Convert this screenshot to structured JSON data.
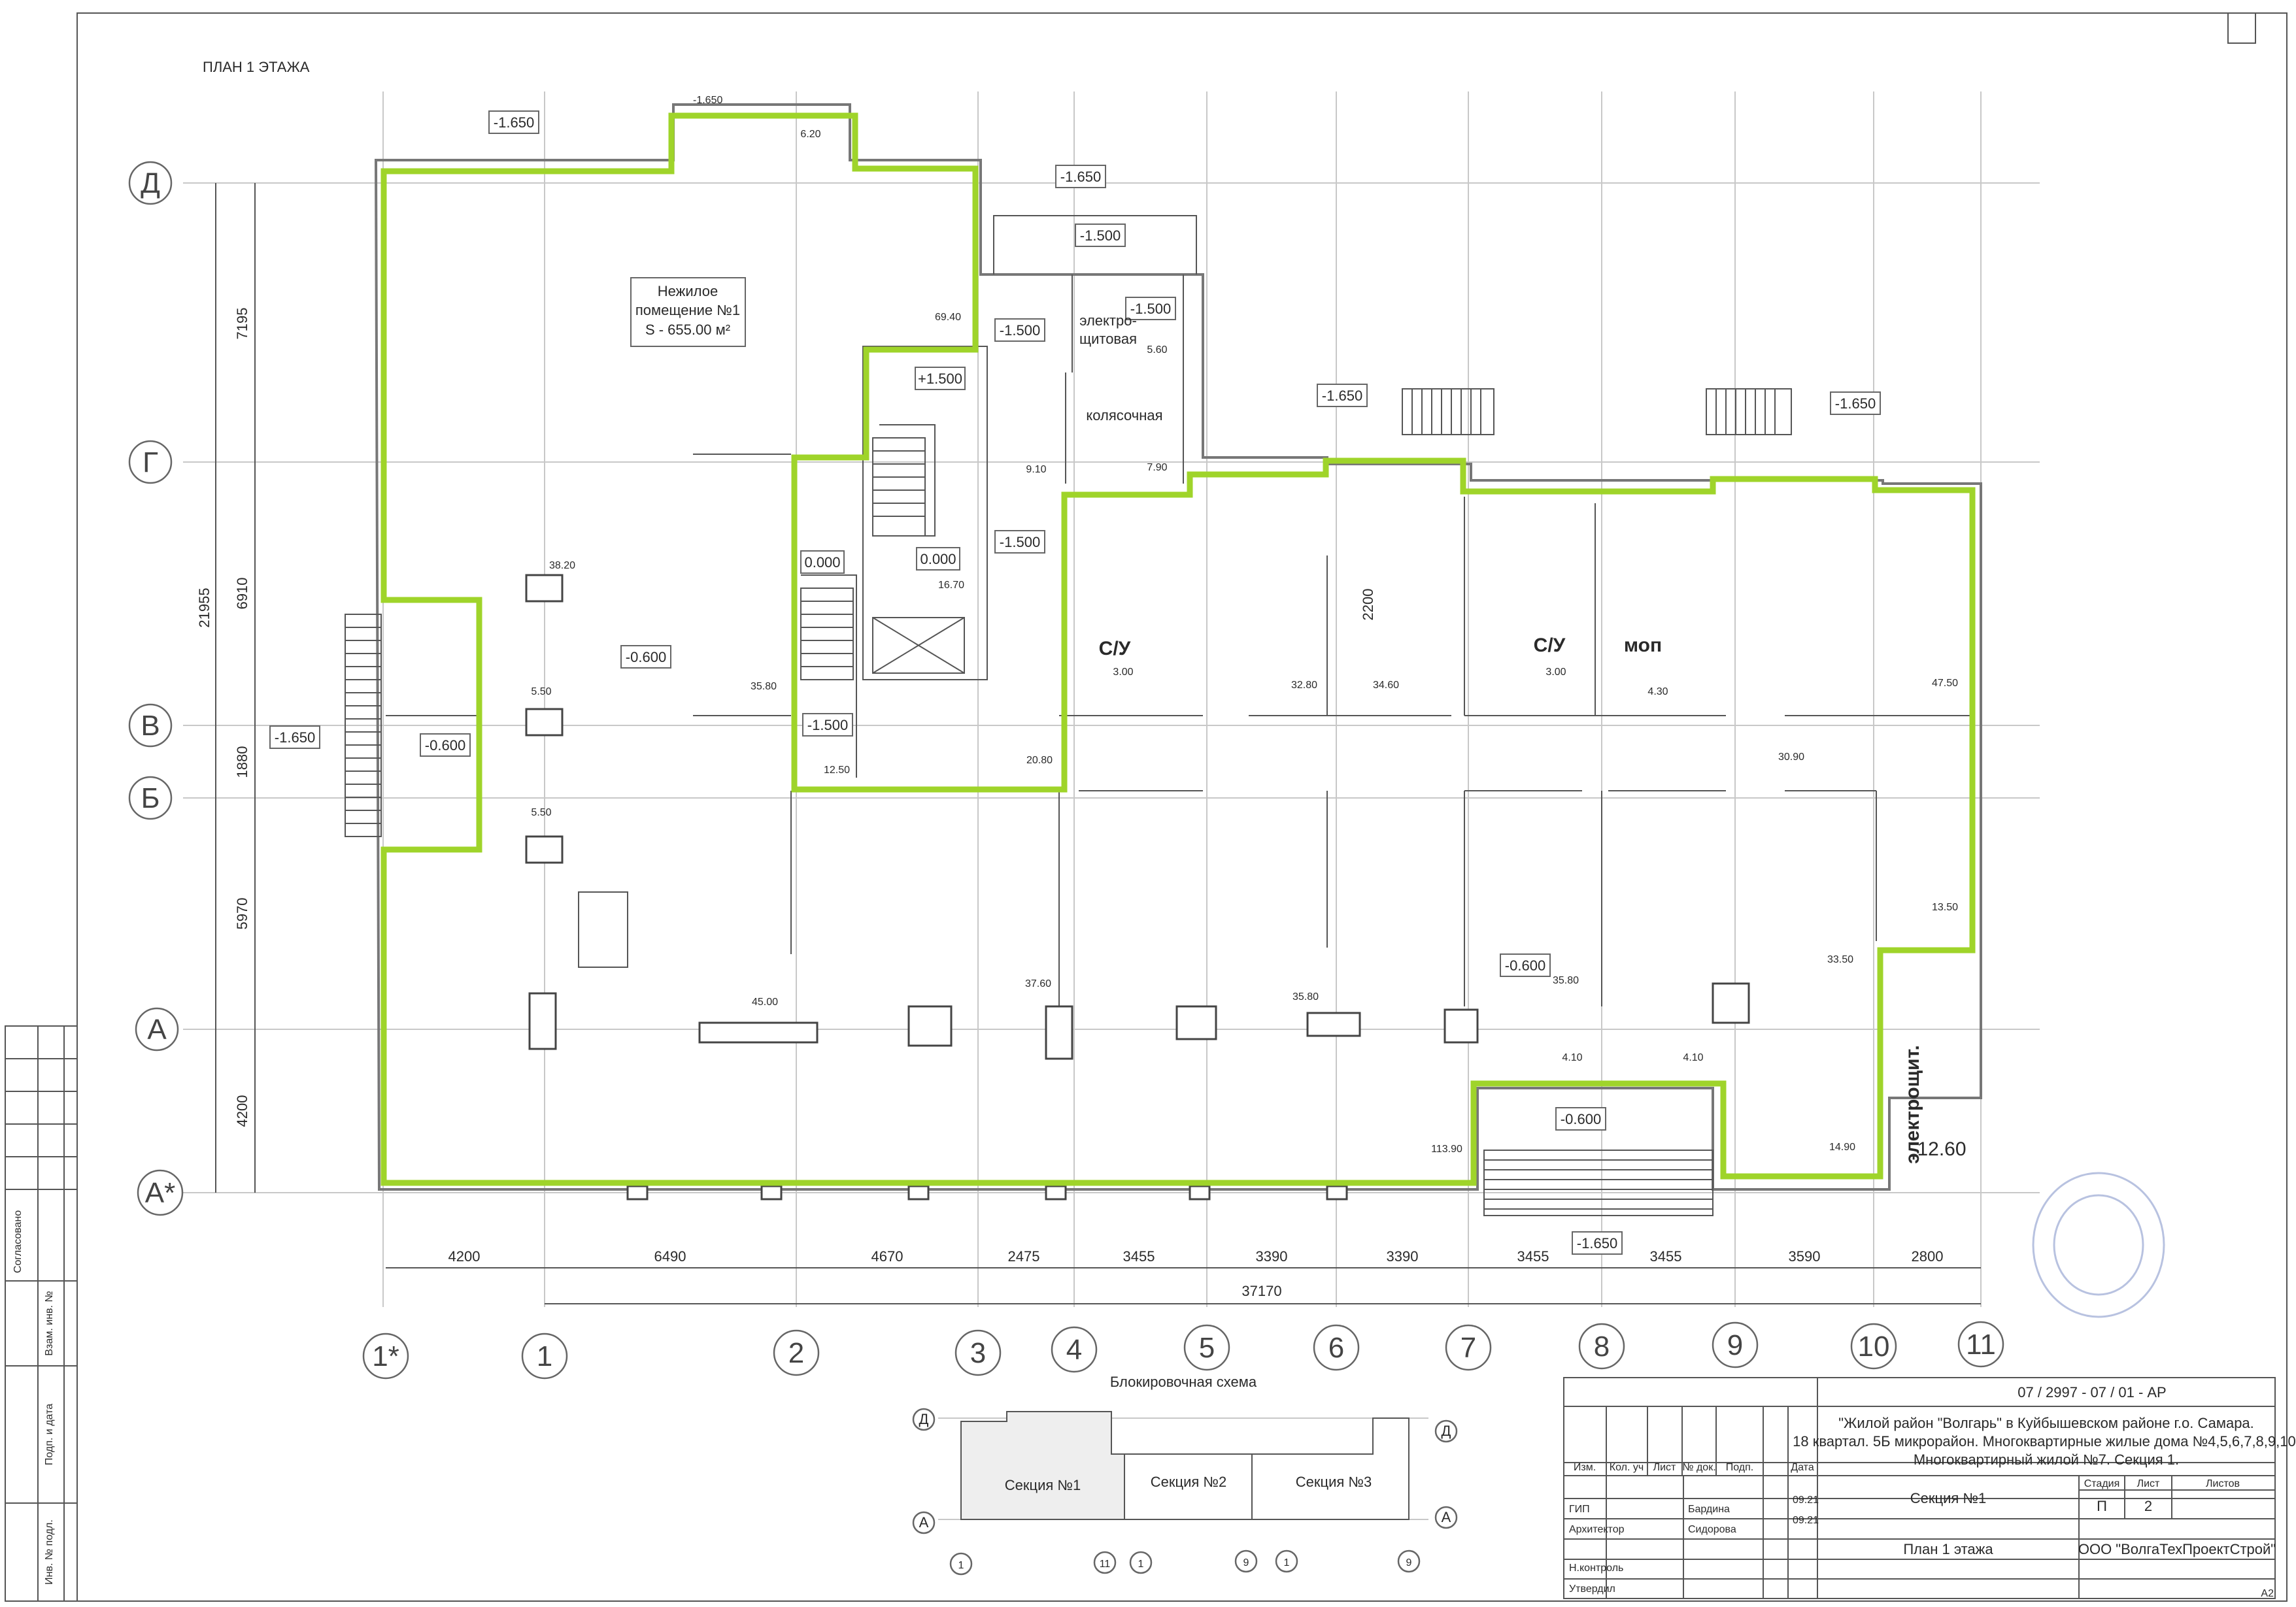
{
  "sheet": {
    "title": "ПЛАН 1 ЭТАЖА",
    "format": "A2"
  },
  "axes": {
    "rows": [
      "Д",
      "Г",
      "В",
      "Б",
      "А",
      "А*"
    ],
    "cols": [
      "1*",
      "1",
      "2",
      "3",
      "4",
      "5",
      "6",
      "7",
      "8",
      "9",
      "10",
      "11"
    ]
  },
  "dims": {
    "bottom": [
      "4200",
      "6490",
      "4670",
      "2475",
      "3455",
      "3390",
      "3390",
      "3455",
      "3455",
      "3590",
      "2800"
    ],
    "total_bottom": "37170",
    "left": [
      "7195",
      "6910",
      "1880",
      "5970",
      "4200"
    ],
    "total_left": "21955",
    "door_gap": "2200"
  },
  "levels": {
    "l1": "-1.650",
    "l2": "-1.650",
    "l3": "-1.500",
    "l4": "-1.500",
    "l5": "-1.500",
    "l6": "+1.500",
    "l7": "0.000",
    "l8": "0.000",
    "l9": "-1.500",
    "l10": "-1.500",
    "l11": "-0.600",
    "l12": "-0.600",
    "l13": "-1.650",
    "l14": "-1.650",
    "l15": "-1.650",
    "l16": "-0.600",
    "l17": "-0.600",
    "l18": "-1.650",
    "l19": "-1.650"
  },
  "rooms": {
    "nonres_title": "Нежилое",
    "nonres_line2": "помещение №1",
    "nonres_area": "S - 655.00 м²",
    "elec1": "электро-",
    "elec2": "щитовая",
    "stroller": "колясочная",
    "wc1": "С/У",
    "wc2": "С/У",
    "mop": "моп",
    "elec_panel": "электрощит."
  },
  "areas": {
    "a1": "6.20",
    "a2": "69.40",
    "a3": "5.60",
    "a4": "9.10",
    "a5": "7.90",
    "a6": "16.70",
    "a7": "38.20",
    "a8": "5.50",
    "a9": "5.50",
    "a10": "35.80",
    "a11": "12.50",
    "a12": "20.80",
    "a13": "3.00",
    "a14": "32.80",
    "a15": "34.60",
    "a16": "3.00",
    "a17": "4.30",
    "a18": "47.50",
    "a19": "30.90",
    "a20": "13.50",
    "a21": "33.50",
    "a22": "45.00",
    "a23": "37.60",
    "a24": "35.80",
    "a25": "35.80",
    "a26": "4.10",
    "a27": "4.10",
    "a28": "14.90",
    "a29": "113.90",
    "a30": "12.60"
  },
  "block_scheme": {
    "title": "Блокировочная схема",
    "s1": "Секция №1",
    "s2": "Секция №2",
    "s3": "Секция №3",
    "d": "Д",
    "a": "А",
    "n1": "1",
    "n11": "11",
    "n1b": "1",
    "n9": "9",
    "n1c": "1",
    "n9b": "9"
  },
  "side_stamp": {
    "agreed": "Согласовано",
    "inv_repl": "Взам. инв. №",
    "sign_date": "Подп. и дата",
    "inv_orig": "Инв. № подл."
  },
  "title_block": {
    "code": "07 / 2997 - 07 / 01 - АР",
    "project1": "\"Жилой район \"Волгарь\" в Куйбышевском районе г.о. Самара.",
    "project2": "18 квартал. 5Б микрорайон. Многоквартирные жилые дома №4,5,6,7,8,9,10.",
    "project3": "Многоквартирный жилой №7. Секция 1.",
    "h_izm": "Изм.",
    "h_kol": "Кол. уч",
    "h_list": "Лист",
    "h_doc": "№ док.",
    "h_podp": "Подп.",
    "h_date": "Дата",
    "r1_role": "ГИП",
    "r1_name": "Бардина",
    "r1_date": "09.21",
    "r2_role": "Архитектор",
    "r2_name": "Сидорова",
    "r2_date": "09.21",
    "r3_role": "Н.контроль",
    "r4_role": "Утвердил",
    "section": "Секция №1",
    "stage_h": "Стадия",
    "sheet_h": "Лист",
    "sheets_h": "Листов",
    "stage": "П",
    "sheet": "2",
    "drawing": "План 1 этажа",
    "company": "ООО \"ВолгаТехПроектСтрой\""
  }
}
